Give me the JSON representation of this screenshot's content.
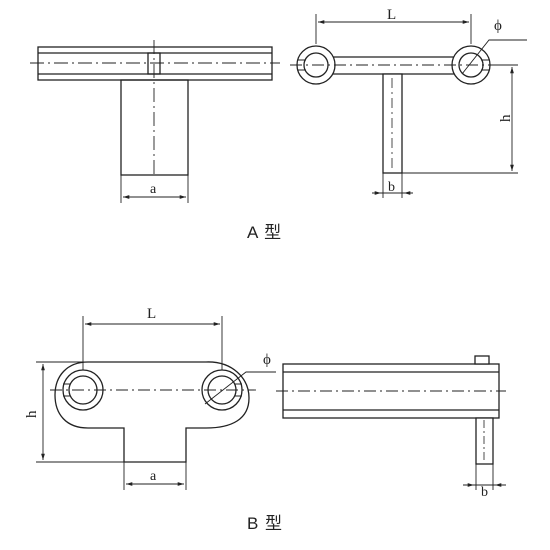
{
  "figure_a": {
    "caption": "A 型",
    "front_dim_a": "a",
    "side_dim_L": "L",
    "side_dim_phi": "ϕ",
    "side_dim_h": "h",
    "side_dim_b": "b"
  },
  "figure_b": {
    "caption": "B 型",
    "front_dim_L": "L",
    "front_dim_phi": "ϕ",
    "front_dim_h": "h",
    "front_dim_a": "a",
    "side_dim_b": "b"
  }
}
